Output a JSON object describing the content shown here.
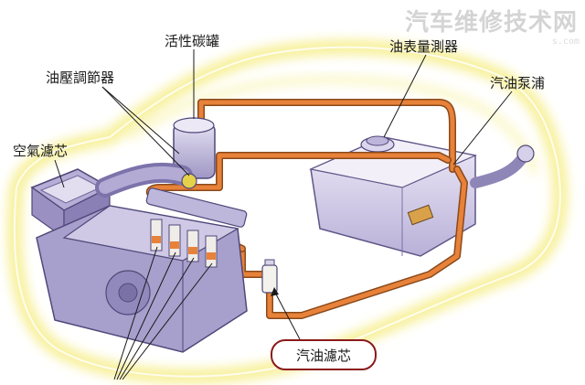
{
  "watermark": {
    "text": "汽车维修技术网",
    "url_fragment": "s.com"
  },
  "labels": {
    "canister": "活性碳罐",
    "pressure_regulator": "油壓調節器",
    "gauge_sender": "油表量測器",
    "fuel_pump": "汽油泵浦",
    "air_filter": "空氣濾芯",
    "fuel_filter": "汽油濾芯"
  },
  "colors": {
    "fuel_line": "#e8823a",
    "callout_border": "#8b1a1a",
    "car_glow": "#fbf6a8",
    "metal": "#c9c3e0"
  }
}
